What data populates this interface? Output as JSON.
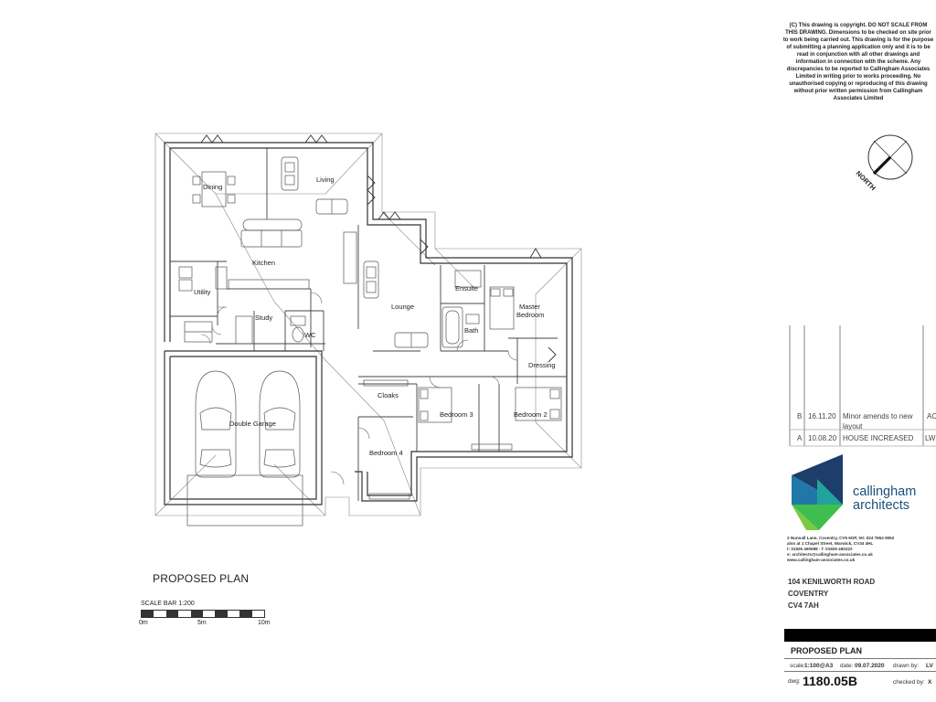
{
  "copyright_notice": "(C) This drawing is copyright. DO NOT SCALE FROM\nTHIS DRAWING. Dimensions to be checked on site prior\nto work being carried out. This drawing is for the purpose\nof submitting a planning application only and it is to be\nread in conjunction with all other drawings and\ninformation in connection with the scheme. Any\ndiscrepancies to be reported to Callingham Associates\nLimited in writing prior to works proceeding. No\nunauthorised copying or reproducing of this drawing\nwithout prior written permission from Callingham\nAssociates Limited",
  "north_label": "NORTH",
  "rooms": {
    "dining": "Dining",
    "living": "Living",
    "kitchen": "Kitchen",
    "utility": "Utility",
    "study": "Study",
    "wc": "WC",
    "lounge": "Lounge",
    "ensuite": "Ensuite",
    "master_1": "Master",
    "master_2": "Bedroom",
    "bath": "Bath",
    "dressing": "Dressing",
    "cloaks": "Cloaks",
    "bedroom3": "Bedroom 3",
    "bedroom2": "Bedroom 2",
    "bedroom4": "Bedroom 4",
    "garage": "Double Garage"
  },
  "drawing_title": "PROPOSED PLAN",
  "scale_bar": {
    "title": "SCALE BAR 1:200",
    "labels": [
      "0m",
      "5m",
      "10m"
    ]
  },
  "revisions": [
    {
      "rev": "B",
      "date": "16.11.20",
      "desc_1": "Minor amends to new",
      "desc_2": "layout",
      "by": "AC"
    },
    {
      "rev": "A",
      "date": "10.08.20",
      "desc_1": "HOUSE INCREASED",
      "desc_2": "",
      "by": "LW"
    }
  ],
  "company": {
    "name_1": "callingham",
    "name_2": "architects",
    "address_small": "2 Nunsall Lane, Coventry, CV5 6GP, tel: 024 7654 9052\nalso at 1 Chapel Street, Warwick, CV34 4HL\nt: 01926 460588 - f: 01926 460222\ne: architects@callingham-associates.co.uk\nwww.callingham-associates.co.uk",
    "brand_colors": [
      "#1d3d6b",
      "#1f78a8",
      "#20a39a",
      "#3fbd4f",
      "#7ac943"
    ]
  },
  "site_address": [
    "104 KENILWORTH ROAD",
    "COVENTRY",
    "CV4 7AH"
  ],
  "title_block": {
    "title": "PROPOSED PLAN",
    "scale_label": "scale:",
    "scale_value": "1:100@A3",
    "date_label": "date:",
    "date_value": "09.07.2020",
    "drawn_label": "drawn by:",
    "drawn_value": "LV",
    "dwg_label": "dwg:",
    "dwg_value": "1180.05B",
    "checked_label": "checked by:",
    "checked_value": "X"
  }
}
